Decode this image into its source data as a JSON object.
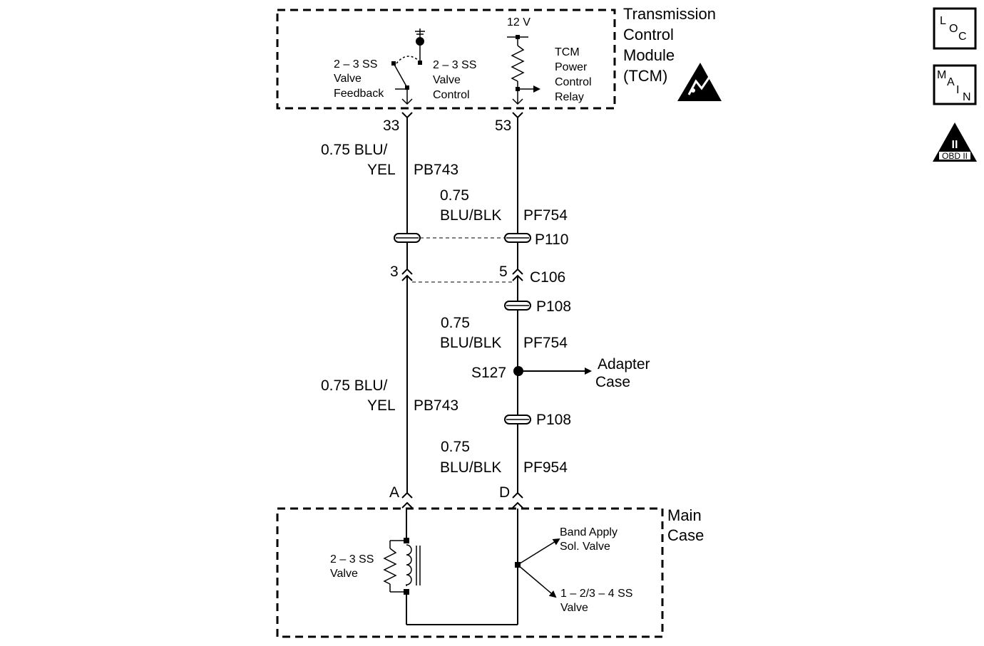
{
  "tcm": {
    "label_lines": [
      "Transmission",
      "Control",
      "Module",
      "(TCM)"
    ],
    "voltage": "12 V",
    "feedback_label": [
      "2 – 3 SS",
      "Valve",
      "Feedback"
    ],
    "control_label": [
      "2 – 3 SS",
      "Valve",
      "Control"
    ],
    "relay_label": [
      "TCM",
      "Power",
      "Control",
      "Relay"
    ],
    "pin_left": "33",
    "pin_right": "53"
  },
  "wires": {
    "left_upper_color": [
      "0.75 BLU/",
      "YEL"
    ],
    "left_upper_circuit": "PB743",
    "right_upper_gauge": "0.75",
    "right_upper_color": "BLU/BLK",
    "right_upper_circuit": "PF754",
    "right_mid_gauge": "0.75",
    "right_mid_color": "BLU/BLK",
    "right_mid_circuit": "PF754",
    "left_lower_color": [
      "0.75 BLU/",
      "YEL"
    ],
    "left_lower_circuit": "PB743",
    "right_lower_gauge": "0.75",
    "right_lower_color": "BLU/BLK",
    "right_lower_circuit": "PF954"
  },
  "connectors": {
    "pass_through_1": "P110",
    "c106_left_pin": "3",
    "c106_right_pin": "5",
    "c106": "C106",
    "pass_through_2": "P108",
    "splice": "S127",
    "adapter_case": [
      "Adapter",
      "Case"
    ],
    "pass_through_3": "P108",
    "main_left_pin": "A",
    "main_right_pin": "D"
  },
  "main_case": {
    "label_lines": [
      "Main",
      "Case"
    ],
    "valve_label": [
      "2 – 3 SS",
      "Valve"
    ],
    "band_apply": [
      "Band Apply",
      "Sol. Valve"
    ],
    "ss_valve": [
      "1 – 2/3 – 4 SS",
      "Valve"
    ]
  },
  "badges": {
    "loc": [
      "L",
      "O",
      "C"
    ],
    "main": [
      "M",
      "A",
      "I",
      "N"
    ],
    "obd": [
      "II",
      "OBD II"
    ]
  }
}
